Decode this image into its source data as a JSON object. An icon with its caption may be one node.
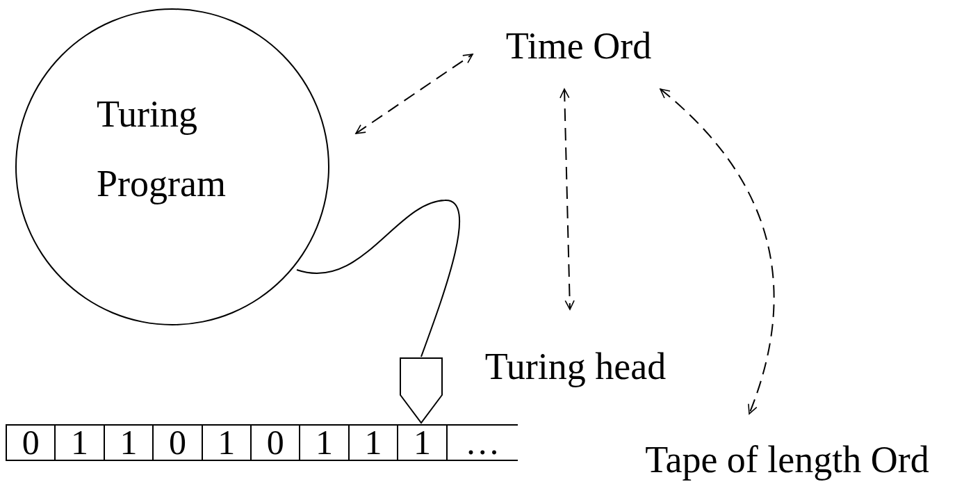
{
  "diagram": {
    "nodes": [
      {
        "text": [
          "Turing Program"
        ]
      },
      {
        "text": [
          "Time Ord"
        ]
      },
      {
        "text": [
          "Turing head"
        ]
      },
      {
        "text": [],
        "shape": "pentagon"
      },
      {
        "text": [
          "Tape of length Ord"
        ]
      }
    ],
    "edges": [
      {
        "from": 0,
        "to": 1,
        "arrow": "both",
        "style": "dashed"
      },
      {
        "from": 1,
        "to": 2,
        "arrow": "both",
        "style": "dashed"
      },
      {
        "from": 1,
        "to": 4,
        "arrow": "both",
        "style": "dashed"
      },
      {
        "from": 0,
        "to": 3,
        "arrow": "none"
      }
    ],
    "labels": [
      "0",
      "1",
      "1",
      "0",
      "1",
      "0",
      "1",
      "1",
      "1",
      "…"
    ]
  }
}
